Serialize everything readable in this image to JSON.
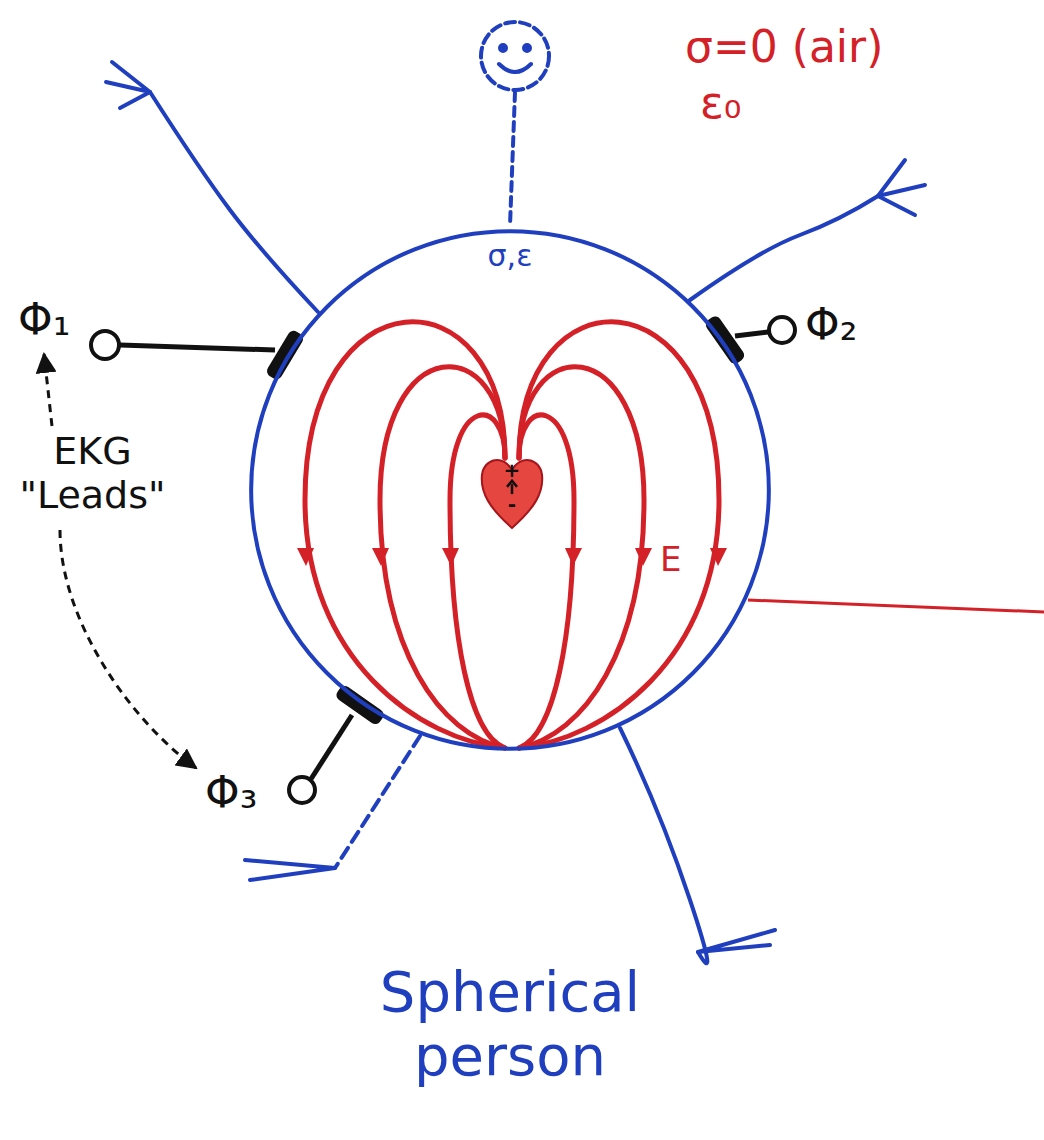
{
  "diagram": {
    "nodes": [
      {
        "text": [
          "σ,ε"
        ]
      },
      {
        "text": [
          "+",
          "-"
        ],
        "in": 0
      }
    ],
    "labels": [
      "σ=0 (air)",
      "ε₀",
      "Φ₁",
      "Φ₂",
      "Φ₃",
      "EKG \"Leads\"",
      "E",
      "Spherical person"
    ]
  }
}
